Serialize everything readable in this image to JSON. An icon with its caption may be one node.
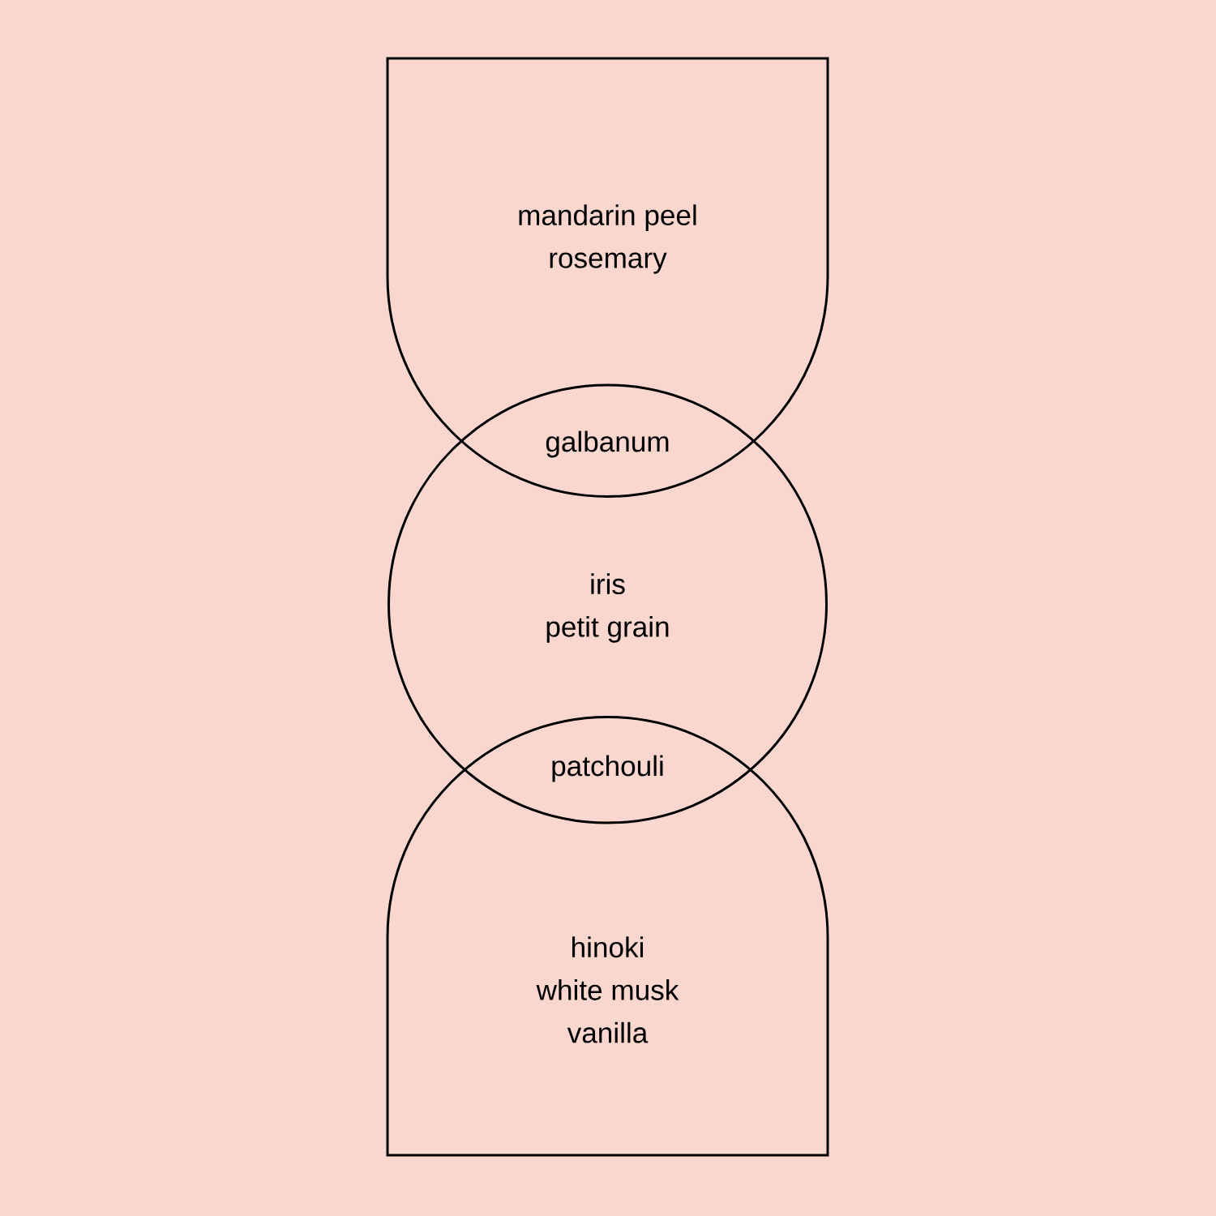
{
  "diagram": {
    "nodes": [
      {
        "text": [
          "mandarin peel",
          "rosemary"
        ]
      },
      {
        "text": [
          "iris",
          "petit grain"
        ]
      },
      {
        "text": [
          "hinoki",
          "white musk",
          "vanilla"
        ]
      }
    ],
    "labels": [
      "galbanum",
      "patchouli"
    ]
  }
}
